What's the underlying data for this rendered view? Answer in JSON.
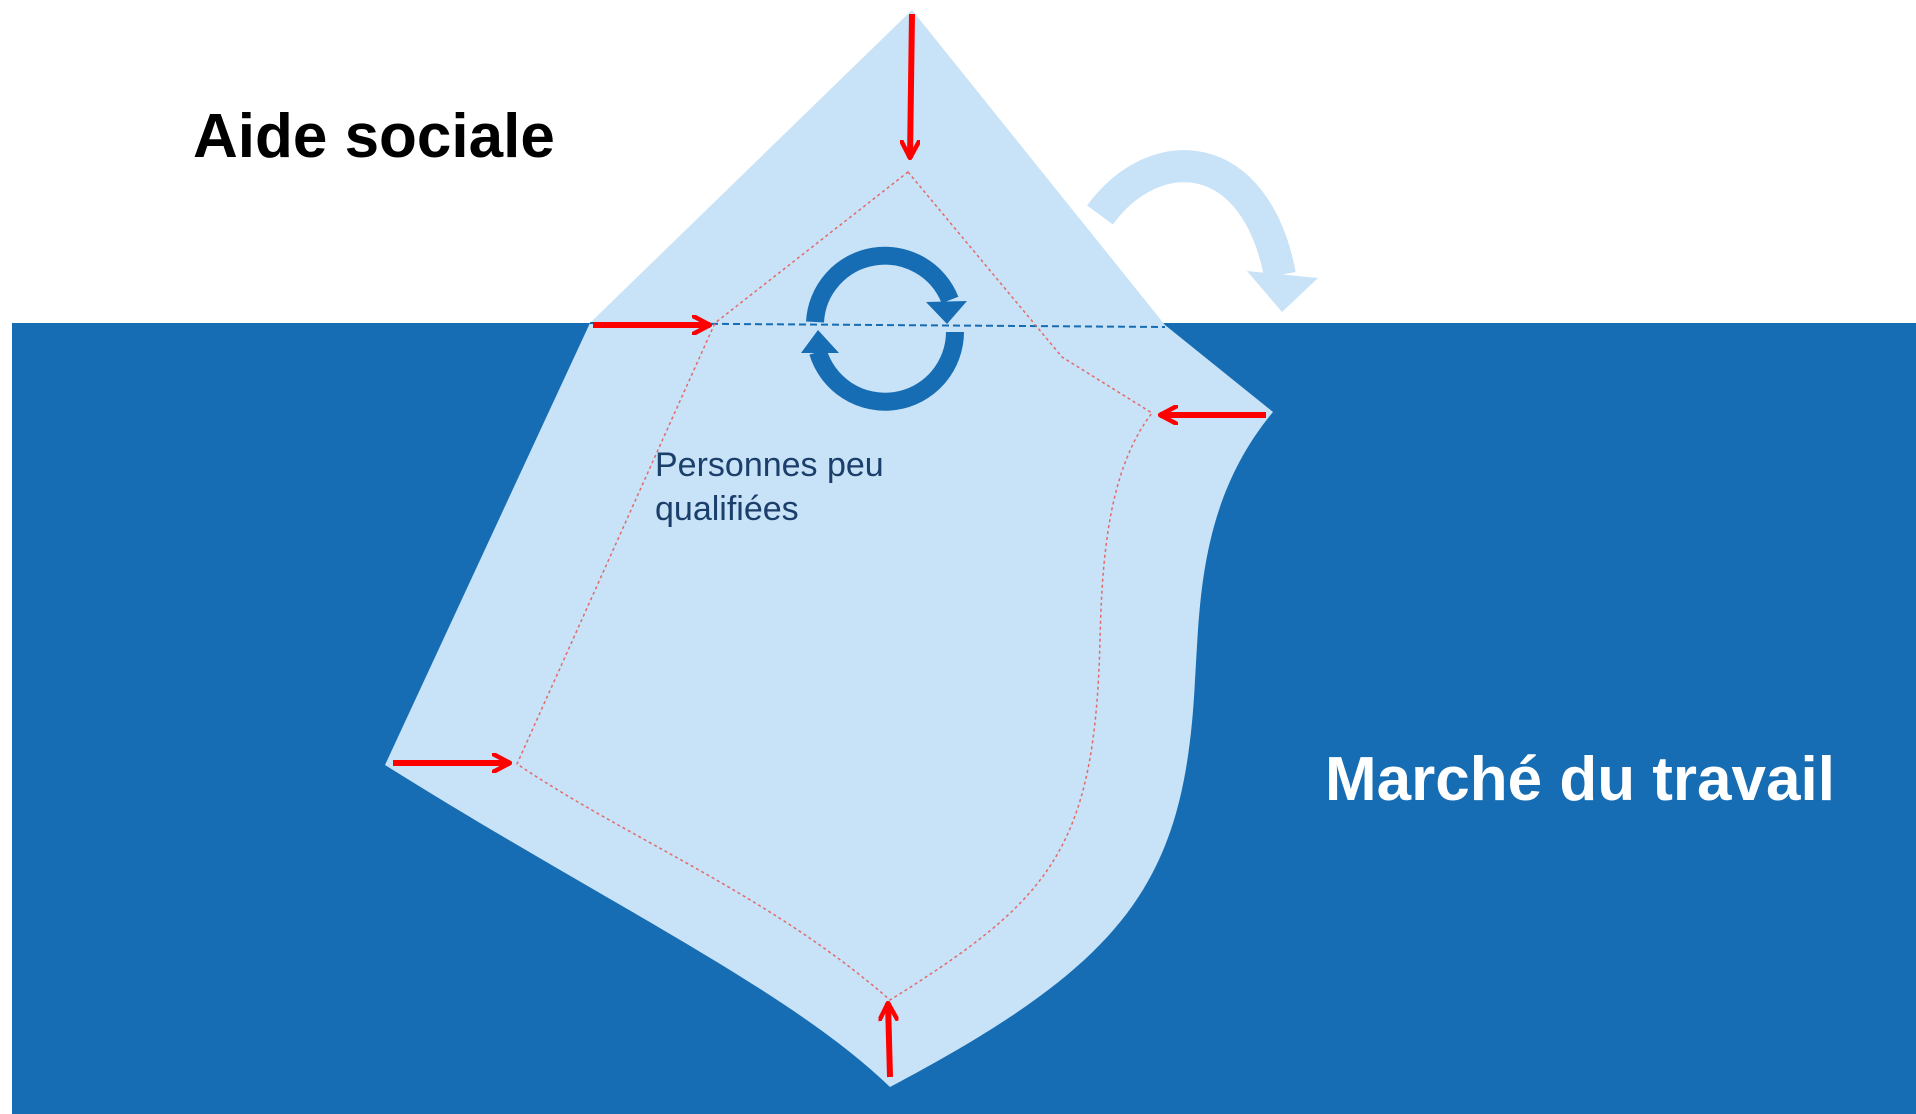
{
  "labels": {
    "top_region": "Aide sociale",
    "bottom_region": "Marché du travail",
    "group_line1": "Personnes peu",
    "group_line2": "qualifiées"
  },
  "colors": {
    "water": "#166db3",
    "iceberg": "#c8e2f7",
    "arrow": "#ff0000",
    "cycle": "#166db3",
    "curved_arrow": "#c8e2f7",
    "background": "#ffffff"
  },
  "icons": {
    "cycle": "cycle-icon",
    "pressure_arrows": "arrow-icon",
    "transfer": "curved-arrow-icon"
  }
}
